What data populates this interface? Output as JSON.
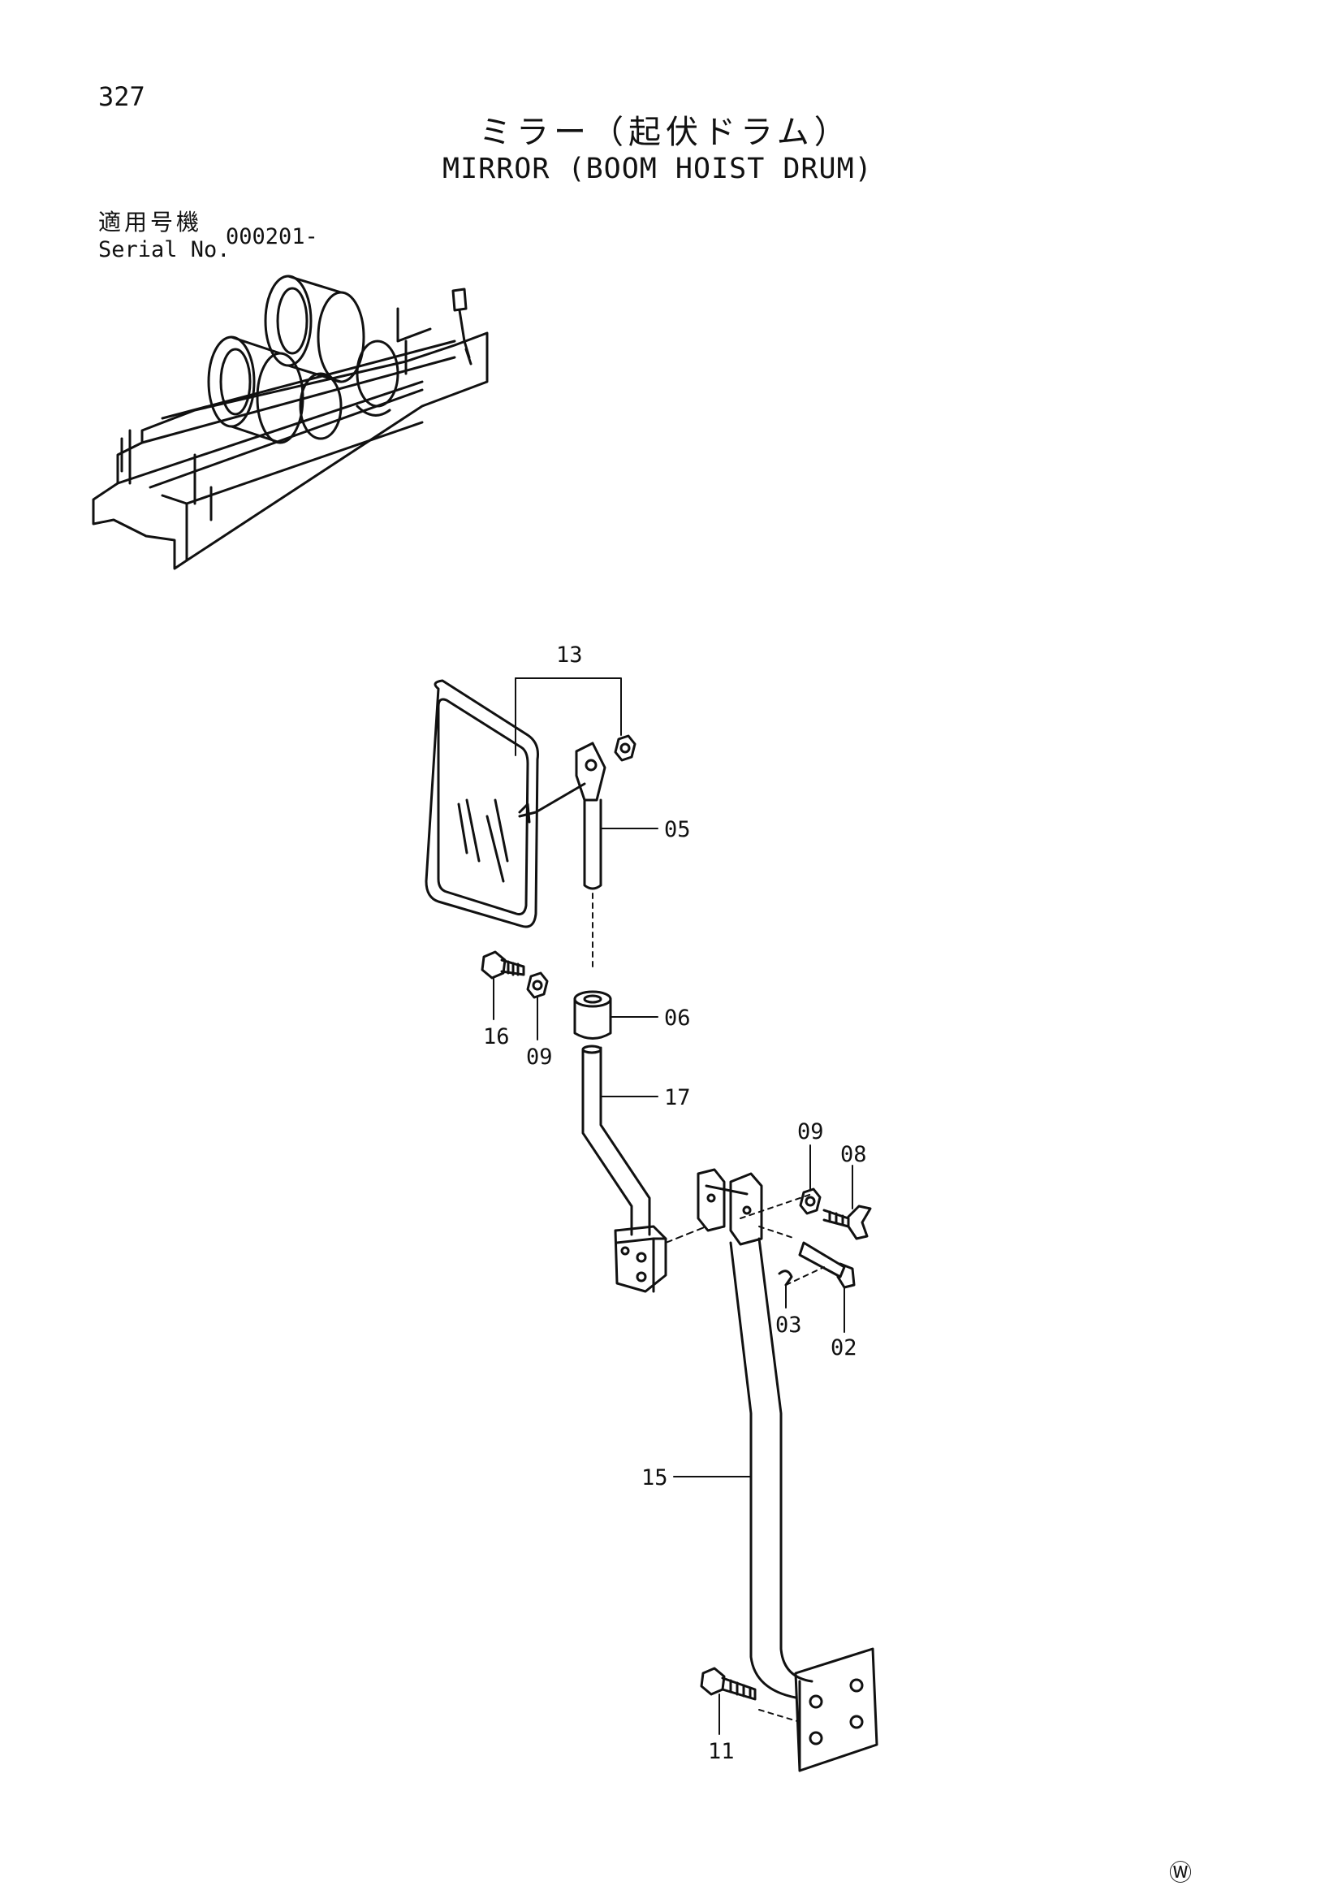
{
  "page_number": "327",
  "title_jp": "ミラー（起伏ドラム）",
  "title_en": "MIRROR (BOOM HOIST DRUM)",
  "serial": {
    "label_jp": "適用号機",
    "label_en": "Serial No.",
    "value": "000201-"
  },
  "callouts": [
    {
      "id": "13",
      "part": "mirror-assembly"
    },
    {
      "id": "05",
      "part": "mirror-stem"
    },
    {
      "id": "06",
      "part": "collar"
    },
    {
      "id": "16",
      "part": "bolt"
    },
    {
      "id": "09",
      "part": "nut"
    },
    {
      "id": "17",
      "part": "bent-rod"
    },
    {
      "id": "09",
      "part": "nut"
    },
    {
      "id": "08",
      "part": "wing-bolt"
    },
    {
      "id": "03",
      "part": "cotter-pin"
    },
    {
      "id": "02",
      "part": "pin"
    },
    {
      "id": "15",
      "part": "stay"
    },
    {
      "id": "11",
      "part": "bolt"
    }
  ],
  "mark": "Ⓦ"
}
